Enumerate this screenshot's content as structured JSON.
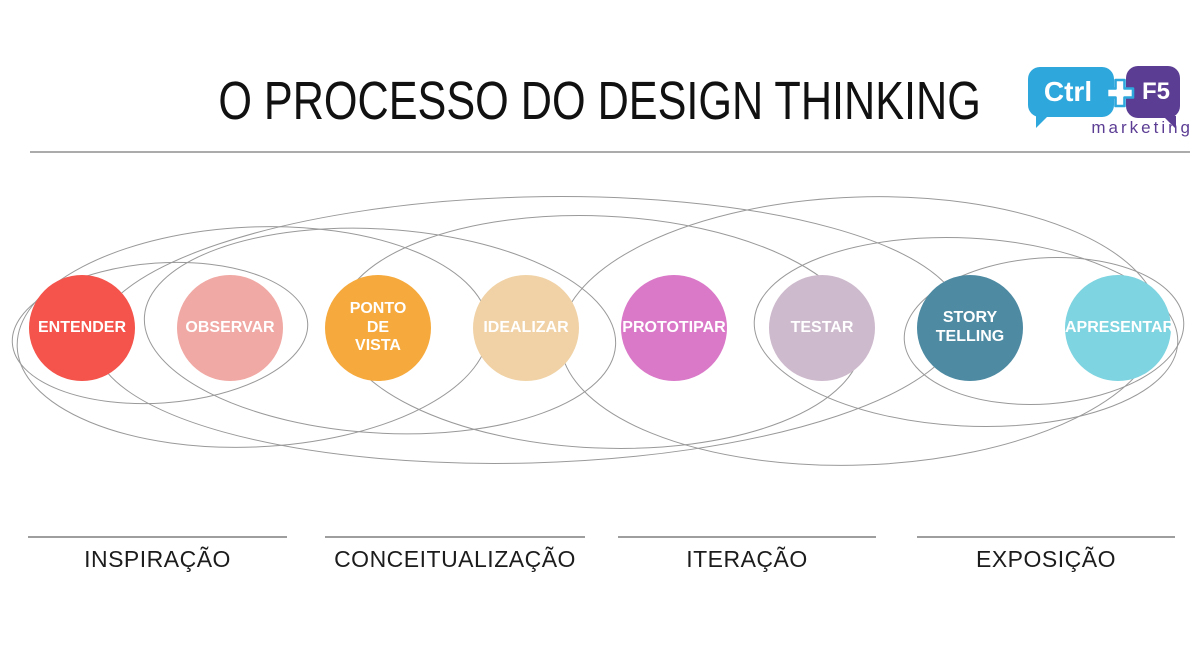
{
  "slide": {
    "title": "O PROCESSO DO DESIGN THINKING"
  },
  "logo": {
    "ctrl_label": "Ctrl",
    "f5_label": "F5",
    "tagline": "marketing",
    "colors": {
      "blue": "#2EA7DC",
      "purple": "#5C3D94"
    }
  },
  "steps": [
    {
      "label": "ENTENDER",
      "color": "#F4544B"
    },
    {
      "label": "OBSERVAR",
      "color": "#F0A9A4"
    },
    {
      "label": "PONTO\nDE\nVISTA",
      "color": "#F6AA3D"
    },
    {
      "label": "IDEALIZAR",
      "color": "#F0D2A6"
    },
    {
      "label": "PROTOTIPAR",
      "color": "#DA79C8"
    },
    {
      "label": "TESTAR",
      "color": "#CEBACD"
    },
    {
      "label": "STORY\nTELLING",
      "color": "#4E8BA3"
    },
    {
      "label": "APRESENTAR",
      "color": "#7ED4E0"
    }
  ],
  "step_text_color": "#FFFFFF",
  "phases": [
    {
      "label": "INSPIRAÇÃO"
    },
    {
      "label": "CONCEITUALIZAÇÃO"
    },
    {
      "label": "ITERAÇÃO"
    },
    {
      "label": "EXPOSIÇÃO"
    }
  ]
}
